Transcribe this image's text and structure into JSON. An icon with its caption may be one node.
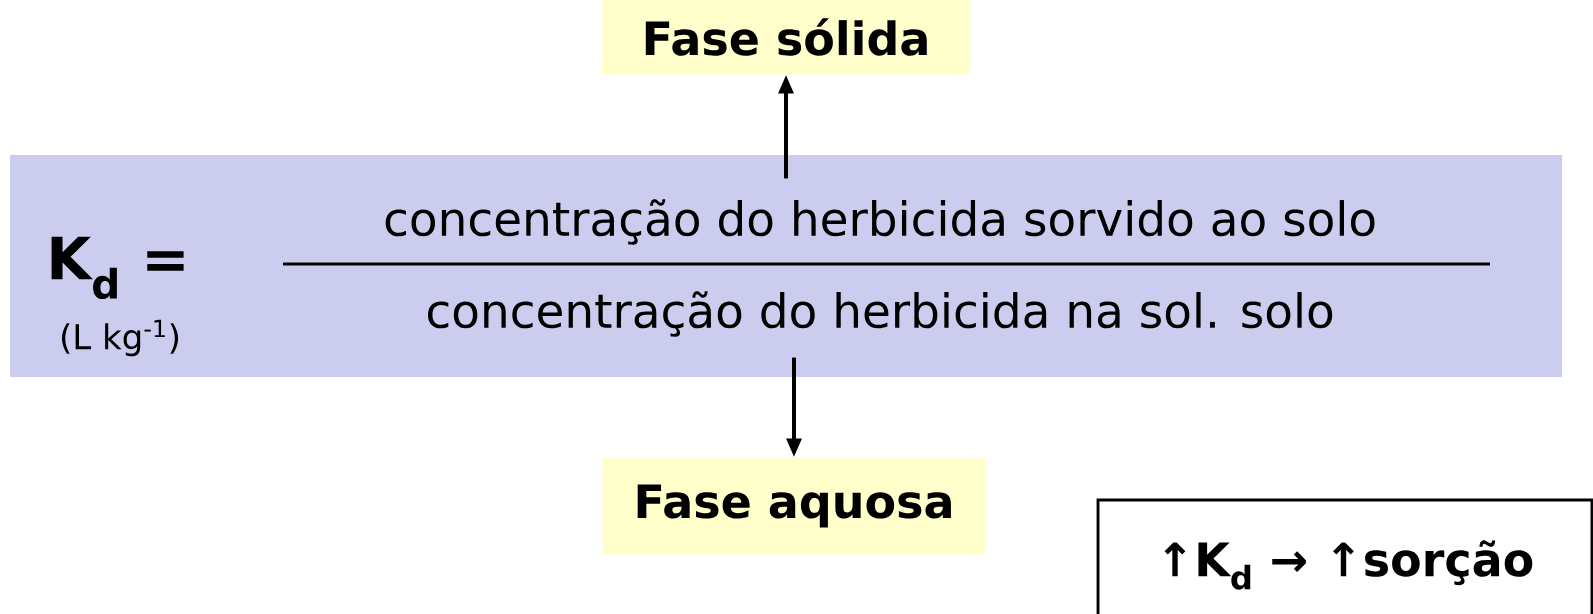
{
  "diagram": {
    "nodes": [
      {
        "text": [
          "Fase sólida"
        ]
      },
      {
        "text": [
          "K$_{d}$ =",
          "(L kg$^{-1}$)"
        ]
      },
      {
        "text": [
          "concentração do herbicida sorvido ao solo"
        ],
        "in": 1
      },
      {
        "text": [
          "concentração do herbicida na sol. solo"
        ],
        "in": 1
      },
      {
        "text": [
          "Fase aquosa"
        ]
      },
      {
        "text": [
          "↑K$_{d}$ → ↑sorção"
        ]
      }
    ],
    "edges": [
      {
        "from": 2,
        "to": 0,
        "arrow": "to"
      },
      {
        "from": 3,
        "to": 4,
        "arrow": "to"
      }
    ]
  }
}
